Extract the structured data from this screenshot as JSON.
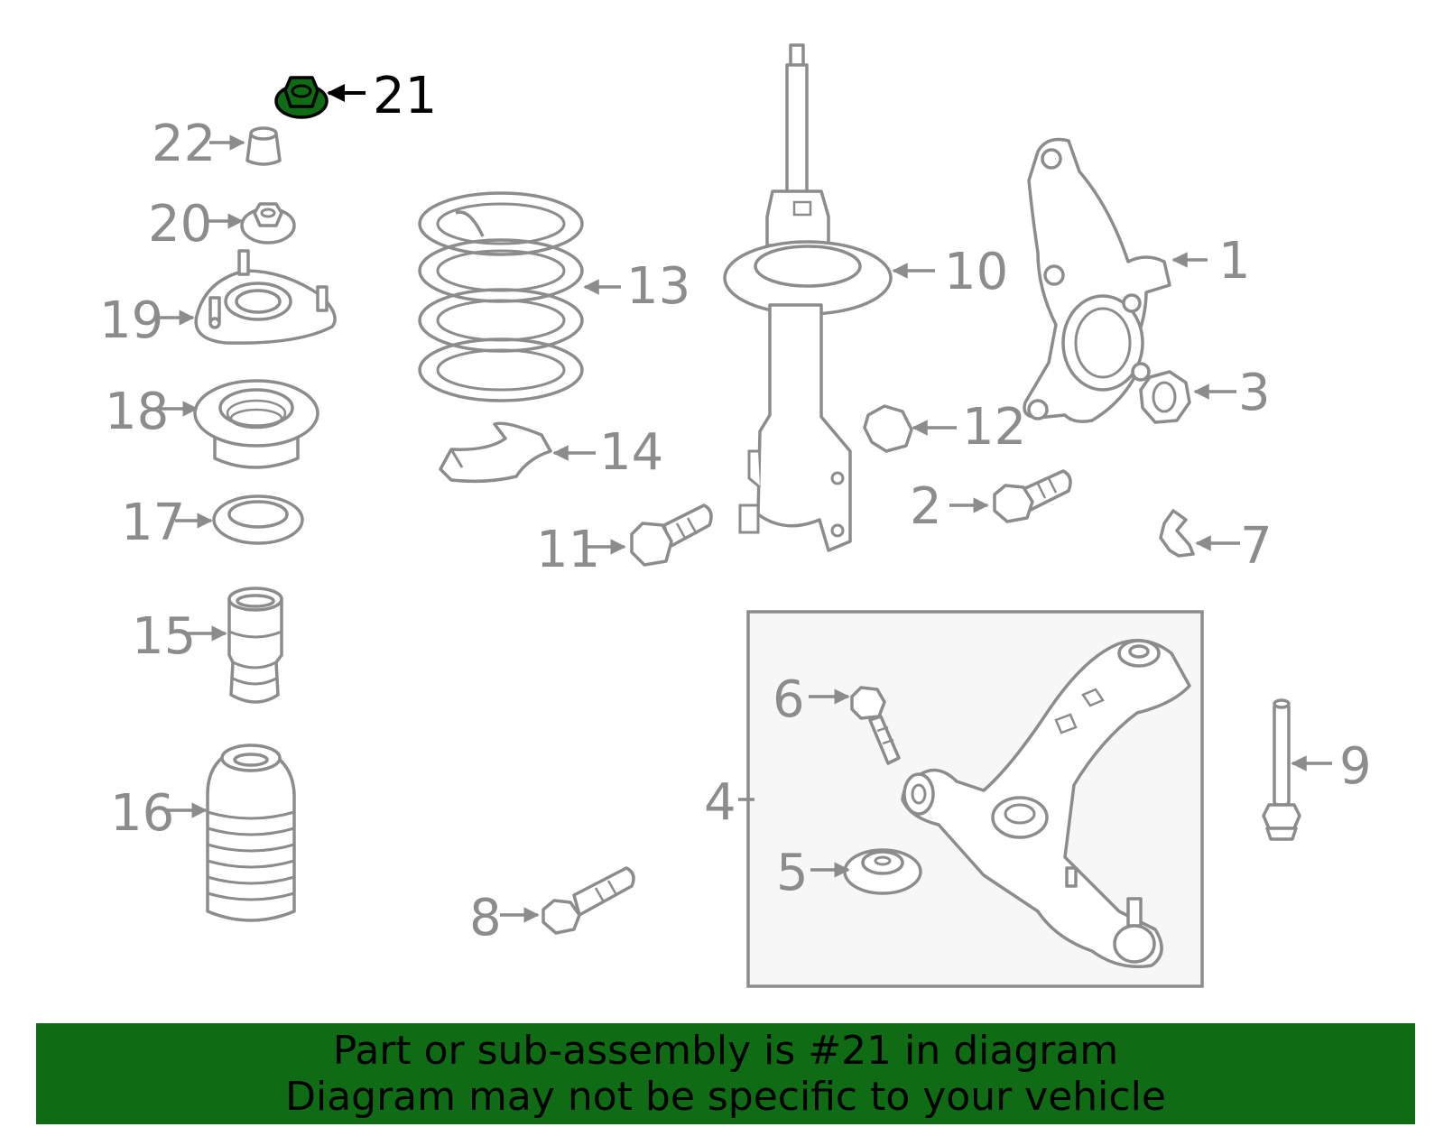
{
  "diagram": {
    "highlight_color": "#0f6b14",
    "line_color": "#8c8c8c",
    "highlighted_part": "21",
    "callouts": {
      "p1": "1",
      "p2": "2",
      "p3": "3",
      "p4": "4",
      "p5": "5",
      "p6": "6",
      "p7": "7",
      "p8": "8",
      "p9": "9",
      "p10": "10",
      "p11": "11",
      "p12": "12",
      "p13": "13",
      "p14": "14",
      "p15": "15",
      "p16": "16",
      "p17": "17",
      "p18": "18",
      "p19": "19",
      "p20": "20",
      "p21": "21",
      "p22": "22"
    }
  },
  "banner": {
    "line1": "Part or sub-assembly is #21 in diagram",
    "line2": "Diagram may not be specific to your vehicle",
    "background": "#0f6b14"
  }
}
